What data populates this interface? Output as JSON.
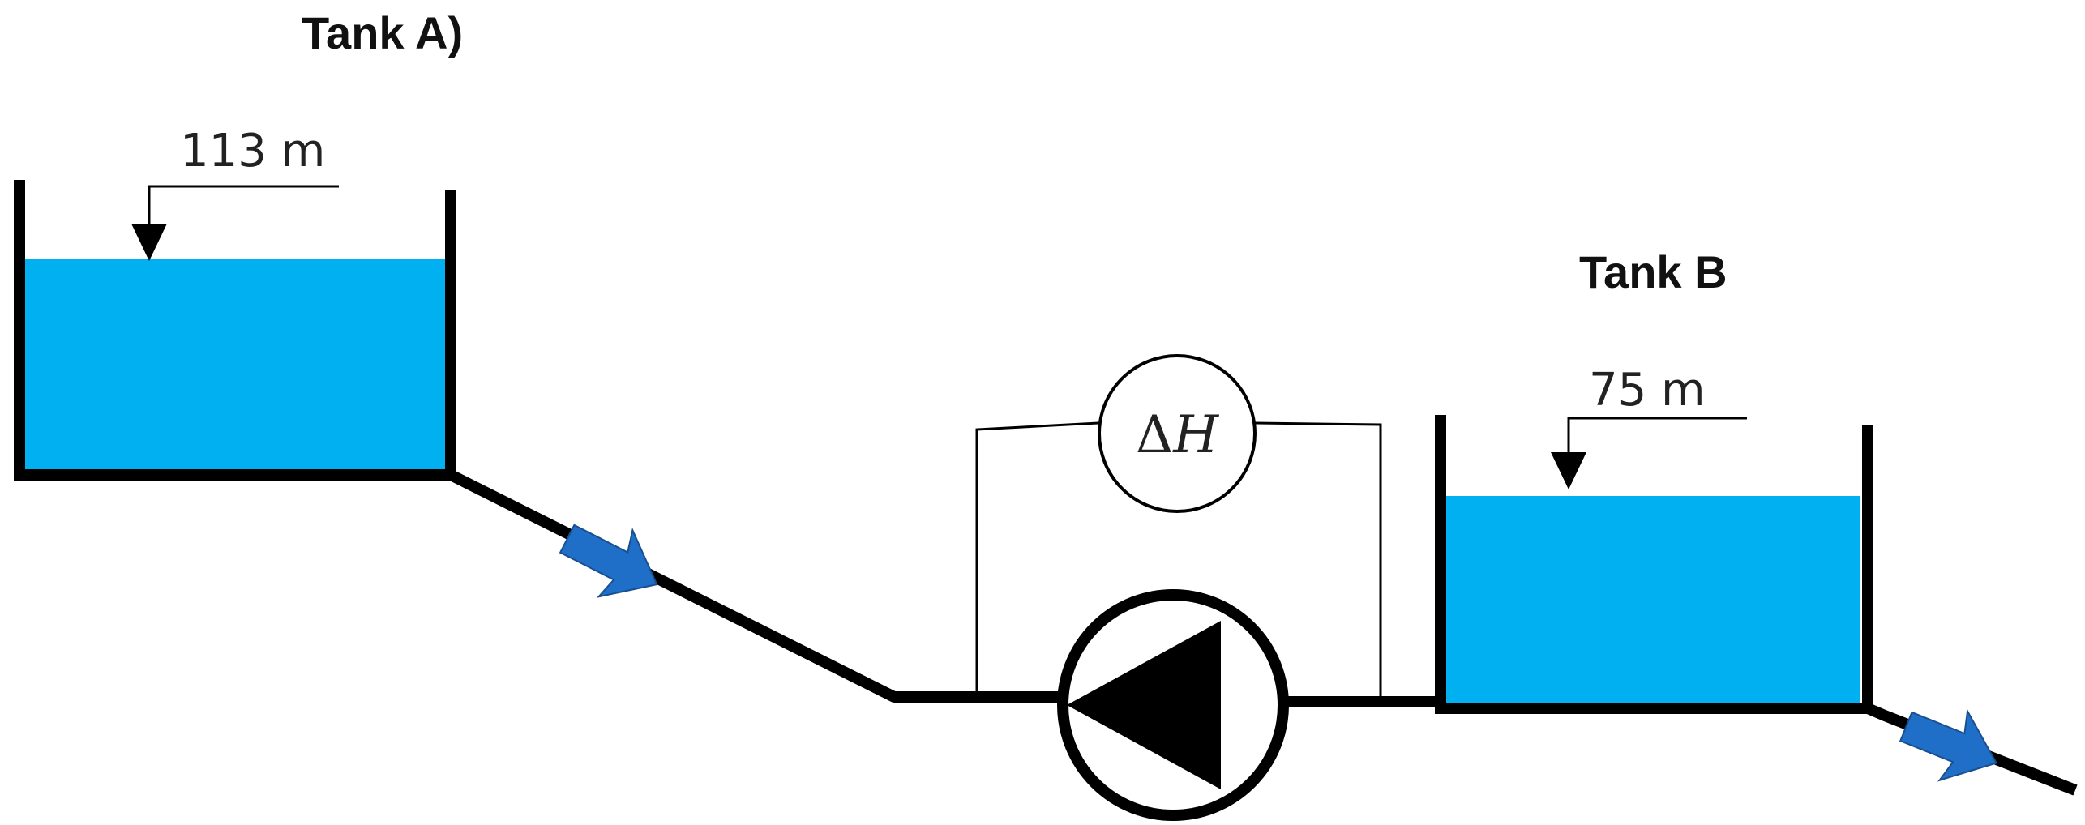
{
  "tank_a": {
    "title": "Tank A)",
    "level_label": "113 m"
  },
  "tank_b": {
    "title": "Tank B",
    "level_label": "75 m"
  },
  "meter": {
    "delta": "Δ",
    "symbol": "H"
  },
  "colors": {
    "water": "#00b0f0",
    "flow_arrow": "#1f6fc8",
    "pipe": "#000000"
  },
  "icons": {
    "flow": "flow-arrow-icon",
    "level": "level-marker-arrow-icon",
    "pump": "pump-icon"
  }
}
